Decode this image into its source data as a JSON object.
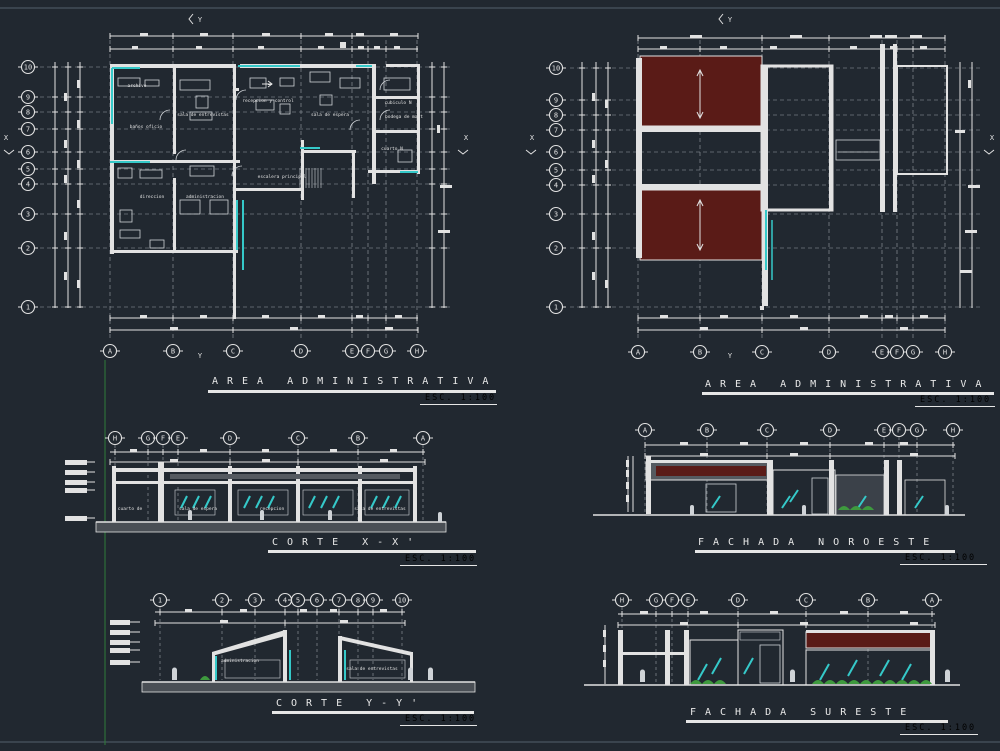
{
  "colors": {
    "background": "#212830",
    "line": "#e2e2e2",
    "dim": "#bfc3c8",
    "glass": "#35c9c9",
    "roof": "#5a1b17",
    "green": "#3e9a3e"
  },
  "plan_left": {
    "grid_cols": [
      "A",
      "B",
      "C",
      "D",
      "E",
      "F",
      "G",
      "H"
    ],
    "grid_rows": [
      "10",
      "9",
      "8",
      "7",
      "6",
      "5",
      "4",
      "3",
      "2",
      "1"
    ],
    "section_marks": [
      "X",
      "X",
      "Y",
      "Y"
    ],
    "rooms": [
      "archivo",
      "baños oficio",
      "sala de entrevistas",
      "recepcion y control",
      "sala de espera",
      "cubiculo N",
      "bodega de mant",
      "cuarto N",
      "direccion",
      "administracion",
      "escalera principal"
    ],
    "title": "AREA ADMINISTRATIVA",
    "scale": "ESC. 1:100"
  },
  "plan_right": {
    "grid_cols": [
      "A",
      "B",
      "C",
      "D",
      "E",
      "F",
      "G",
      "H"
    ],
    "grid_rows": [
      "10",
      "9",
      "8",
      "7",
      "6",
      "5",
      "4",
      "3",
      "2",
      "1"
    ],
    "title": "AREA ADMINISTRATIVA",
    "scale": "ESC. 1:100"
  },
  "corte_xx": {
    "grid": [
      "H",
      "G",
      "F",
      "E",
      "D",
      "C",
      "B",
      "A"
    ],
    "rooms": [
      "cuarto de",
      "sala de espera",
      "recepcion",
      "sala de entrevistas"
    ],
    "title": "CORTE X-X'",
    "scale": "ESC. 1:100"
  },
  "fachada_noroeste": {
    "grid": [
      "A",
      "B",
      "C",
      "D",
      "E",
      "F",
      "G",
      "H"
    ],
    "title": "FACHADA NOROESTE",
    "scale": "ESC. 1:100"
  },
  "corte_yy": {
    "grid": [
      "1",
      "2",
      "3",
      "4",
      "5",
      "6",
      "7",
      "8",
      "9",
      "10"
    ],
    "rooms": [
      "administracion",
      "sala de entrevistas"
    ],
    "title": "CORTE Y-Y'",
    "scale": "ESC. 1:100"
  },
  "fachada_sureste": {
    "grid": [
      "H",
      "G",
      "F",
      "E",
      "D",
      "C",
      "B",
      "A"
    ],
    "title": "FACHADA SURESTE",
    "scale": "ESC. 1:100"
  }
}
